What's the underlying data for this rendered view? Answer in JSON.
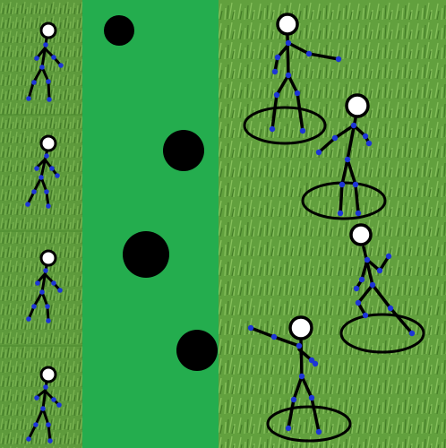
{
  "game": {
    "kind": "stick-figure soccer pose scene",
    "colors": {
      "grass_light": "#6fa84a",
      "grass_dark": "#3f7a24",
      "lane": "#24ad4e",
      "stick": "#000000",
      "joint": "#1d35d6",
      "head_fill": "#ffffff",
      "ball": "#000000",
      "ring": "#000000"
    },
    "left_panels": {
      "count": 4,
      "figure_pose": "walking"
    },
    "center_lane": {
      "ball_count": 4
    },
    "right_field": {
      "figures": [
        {
          "pose": "pointing-right",
          "has_ring": true
        },
        {
          "pose": "pointing-left-down",
          "has_ring": true
        },
        {
          "pose": "hand-on-hip",
          "has_ring": true
        },
        {
          "pose": "pointing-left",
          "has_ring": true
        }
      ]
    }
  }
}
